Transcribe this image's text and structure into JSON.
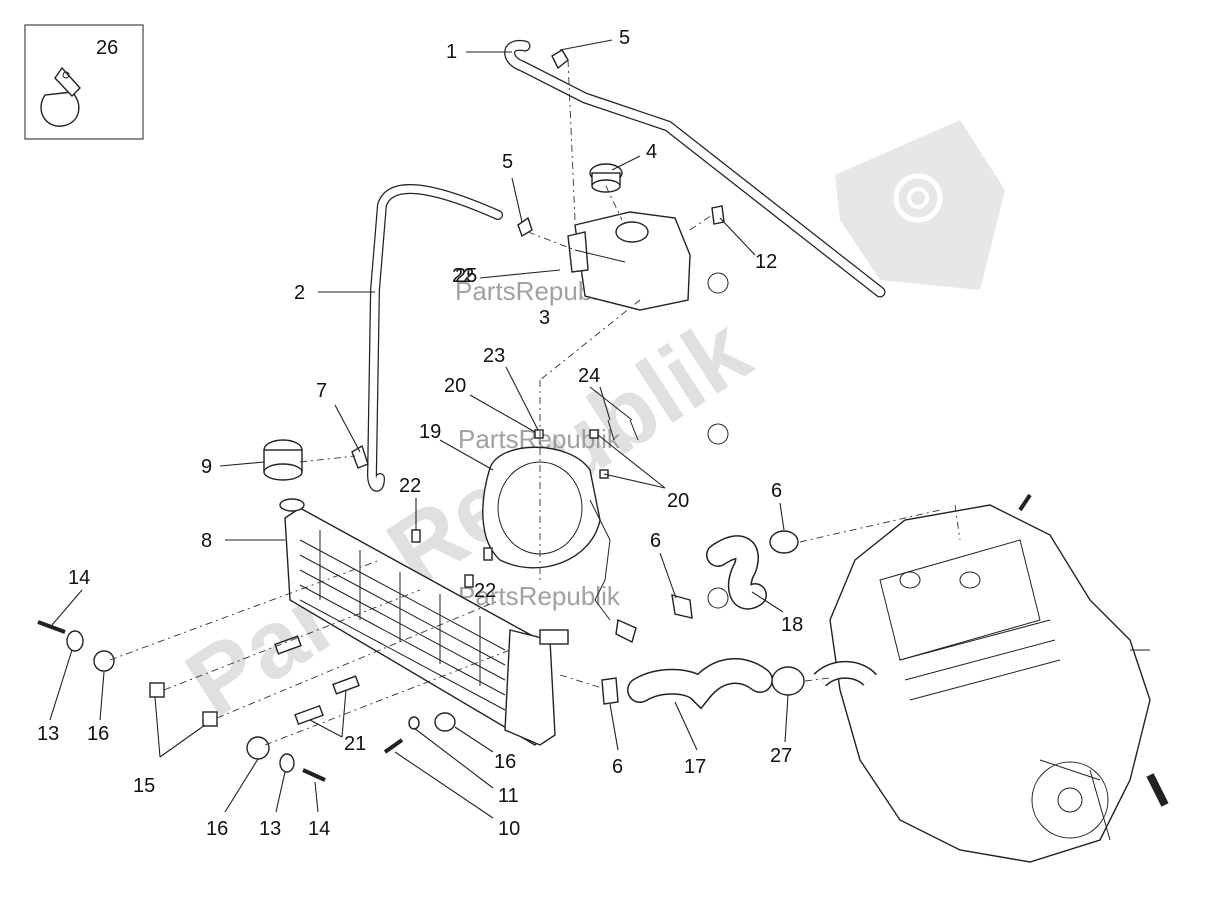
{
  "callouts": {
    "c1": "1",
    "c2": "2",
    "c3": "3",
    "c4": "4",
    "c5a": "5",
    "c5b": "5",
    "c6a": "6",
    "c6b": "6",
    "c6c": "6",
    "c7": "7",
    "c8": "8",
    "c9": "9",
    "c10": "10",
    "c11": "11",
    "c12": "12",
    "c13a": "13",
    "c13b": "13",
    "c14a": "14",
    "c14b": "14",
    "c15": "15",
    "c16a": "16",
    "c16b": "16",
    "c16c": "16",
    "c17": "17",
    "c18": "18",
    "c19": "19",
    "c20a": "20",
    "c20b": "20",
    "c21": "21",
    "c22a": "22",
    "c22b": "22",
    "c22c": "22",
    "c23": "23",
    "c24": "24",
    "c25": "25",
    "c26": "26",
    "c27": "27"
  },
  "watermark": {
    "text_big": "PartsRepublik",
    "text_small": "PartsRepublik",
    "icon": "gear-icon"
  }
}
